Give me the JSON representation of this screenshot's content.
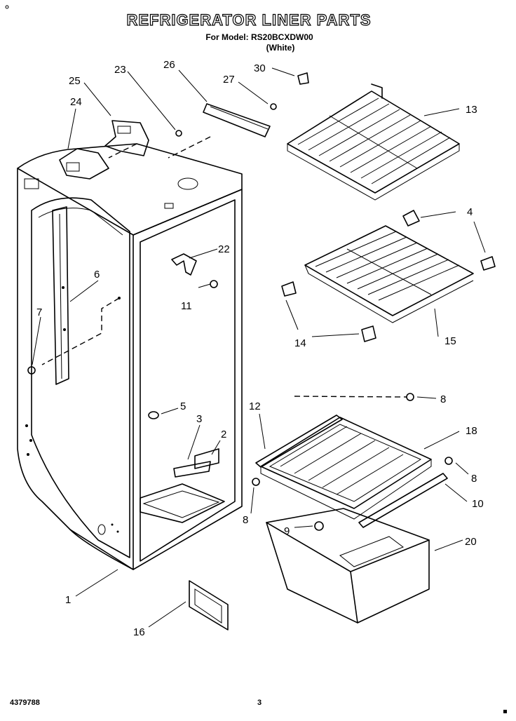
{
  "title": "REFRIGERATOR LINER PARTS",
  "model_line": "For Model: RS20BCXDW00",
  "color_line": "(White)",
  "footer": {
    "part_number": "4379788",
    "page": "3"
  },
  "callouts": [
    "1",
    "2",
    "3",
    "4",
    "5",
    "6",
    "7",
    "8",
    "8",
    "8",
    "9",
    "10",
    "11",
    "12",
    "13",
    "14",
    "15",
    "16",
    "18",
    "20",
    "22",
    "23",
    "24",
    "25",
    "26",
    "27",
    "30"
  ]
}
